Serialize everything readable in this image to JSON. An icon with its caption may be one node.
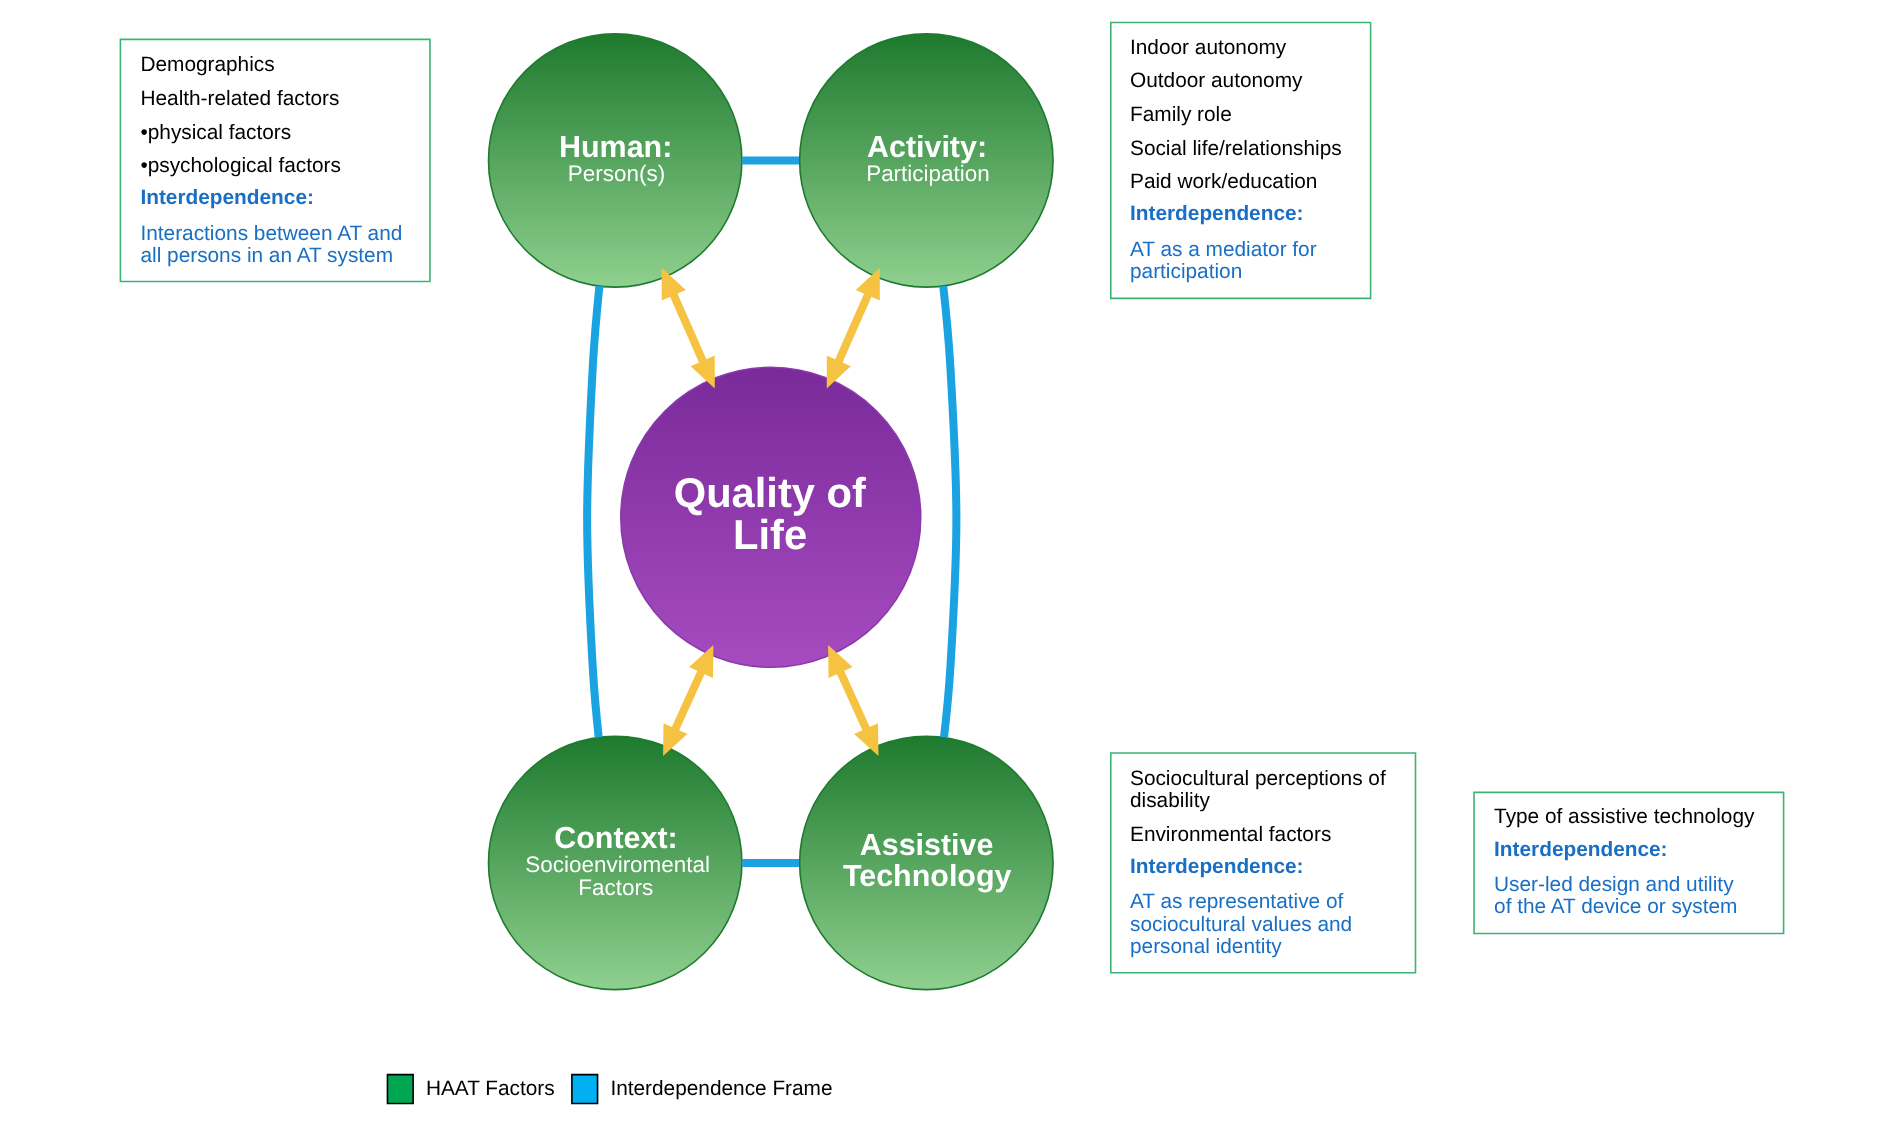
{
  "diagram": {
    "nodes": [
      {
        "text": [
          "Quality of Life"
        ]
      },
      {
        "text": [
          "Human:",
          "Person(s)"
        ]
      },
      {
        "text": [
          "Activity:",
          "Participation"
        ]
      },
      {
        "text": [
          "Context:",
          "Socioenviromental Factors"
        ]
      },
      {
        "text": [
          "Assistive Technology"
        ]
      },
      {
        "text": [
          "Demographics",
          "Health-related factors",
          "•physical factors",
          "•psychological factors",
          "Interdependence:",
          "Interactions between AT and all persons in an AT system"
        ]
      },
      {
        "text": [
          "Indoor autonomy",
          "Outdoor autonomy",
          "Family role",
          "Social life/relationships",
          "Paid work/education",
          "Interdependence:",
          "AT as a mediator for participation"
        ]
      },
      {
        "text": [
          "Sociocultural perceptions of disability",
          "Environmental factors",
          "Interdependence:",
          "AT as representative of sociocultural values and personal identity"
        ]
      },
      {
        "text": [
          "Type of assistive technology",
          "Interdependence:",
          "User-led design and utility of the AT device or system"
        ]
      }
    ],
    "edges": [
      {
        "from": 1,
        "to": 2,
        "arrow": "none",
        "color": "#1aa3e0"
      },
      {
        "from": 2,
        "to": 4,
        "arrow": "none",
        "color": "#1aa3e0"
      },
      {
        "from": 3,
        "to": 4,
        "arrow": "none",
        "color": "#1aa3e0"
      },
      {
        "from": 1,
        "to": 3,
        "arrow": "none",
        "color": "#1aa3e0"
      },
      {
        "from": 0,
        "to": 1,
        "arrow": "both",
        "color": "#f5c242"
      },
      {
        "from": 0,
        "to": 2,
        "arrow": "both",
        "color": "#f5c242"
      },
      {
        "from": 0,
        "to": 3,
        "arrow": "both",
        "color": "#f5c242"
      },
      {
        "from": 0,
        "to": 4,
        "arrow": "both",
        "color": "#f5c242"
      }
    ],
    "legend": [
      {
        "text": "HAAT Factors",
        "color": "#00a651"
      },
      {
        "text": "Interdependence Frame",
        "color": "#00b0f0"
      }
    ]
  }
}
